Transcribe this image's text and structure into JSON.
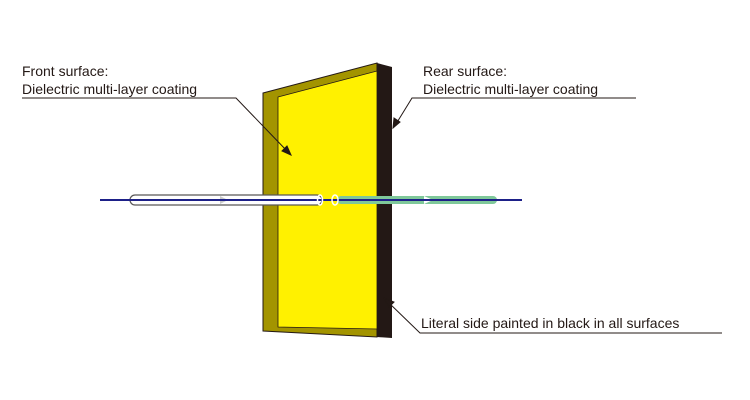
{
  "labels": {
    "front_title": "Front surface:",
    "front_desc": "Dielectric multi-layer coating",
    "rear_title": "Rear surface:",
    "rear_desc": "Dielectric multi-layer coating",
    "side": "Literal side painted in black in all surfaces"
  },
  "colors": {
    "face": "#fff100",
    "edge": "#a39400",
    "side": "#231815",
    "beam_line": "#1d2088",
    "transmitted": "#7fc89a"
  }
}
